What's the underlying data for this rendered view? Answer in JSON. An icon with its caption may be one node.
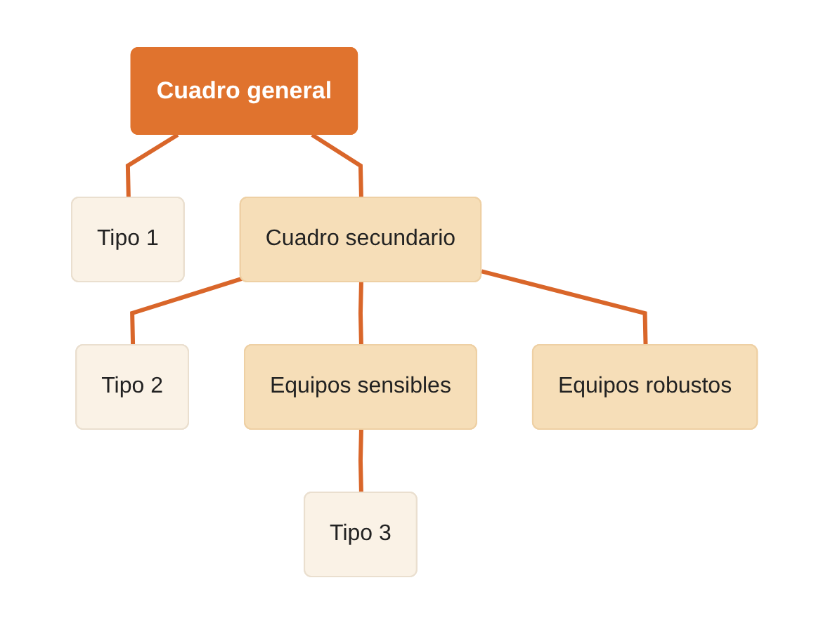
{
  "diagram": {
    "nodes": [
      {
        "text": [
          "Cuadro general"
        ]
      },
      {
        "text": [
          "Tipo 1"
        ]
      },
      {
        "text": [
          "Cuadro secundario"
        ]
      },
      {
        "text": [
          "Tipo 2"
        ]
      },
      {
        "text": [
          "Equipos sensibles"
        ]
      },
      {
        "text": [
          "Tipo 3"
        ]
      },
      {
        "text": [
          "Equipos robustos"
        ]
      }
    ],
    "edges": [
      {
        "from": 0,
        "to": 1,
        "arrow": "none"
      },
      {
        "from": 0,
        "to": 2,
        "arrow": "none"
      },
      {
        "from": 2,
        "to": 3,
        "arrow": "none"
      },
      {
        "from": 2,
        "to": 4,
        "arrow": "none"
      },
      {
        "from": 2,
        "to": 6,
        "arrow": "none"
      },
      {
        "from": 4,
        "to": 5,
        "arrow": "none"
      }
    ]
  }
}
